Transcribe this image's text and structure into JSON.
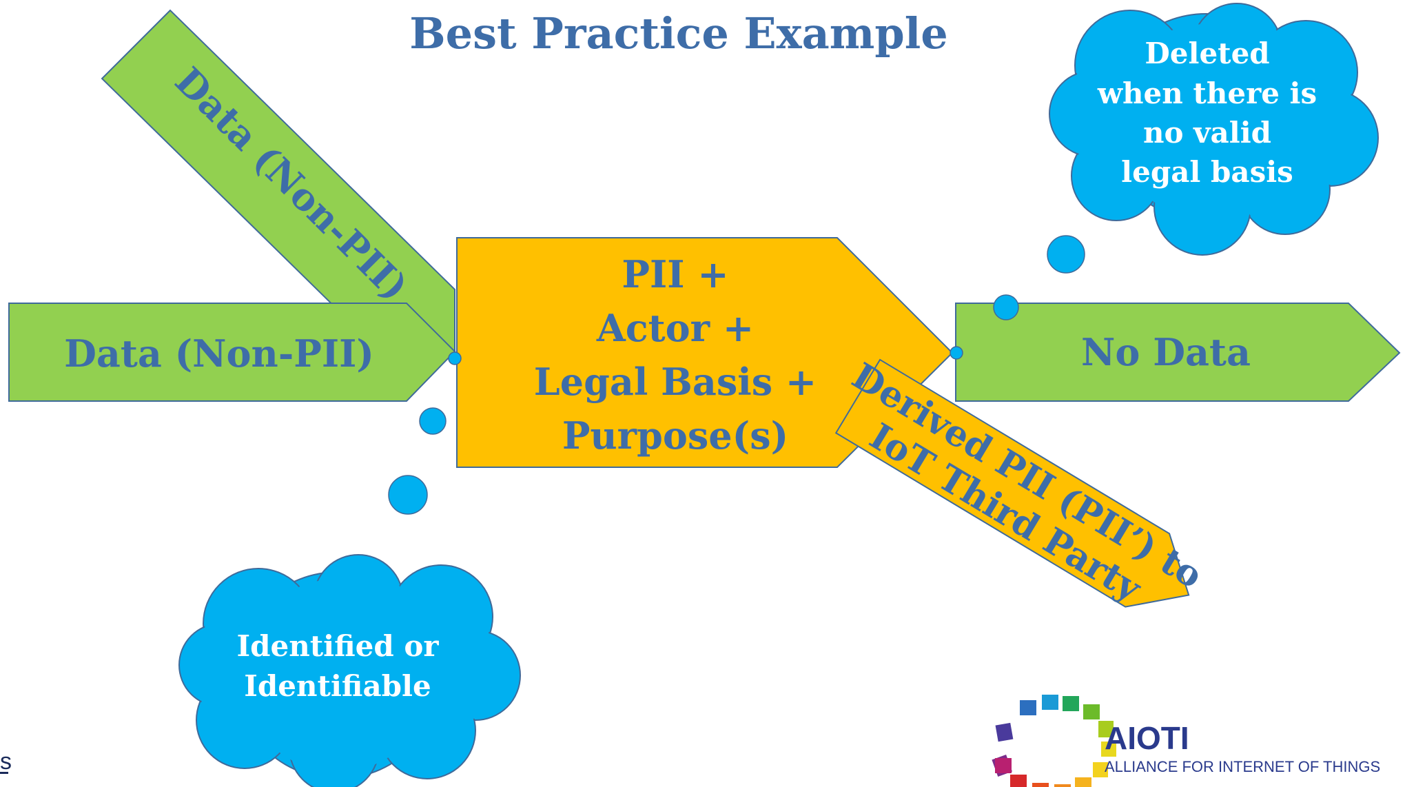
{
  "title": "Best Practice Example",
  "arrows": {
    "left_data": "Data (Non-PII)",
    "diagonal_data": "Data (Non-PII)",
    "center": [
      "PII +",
      "Actor +",
      "Legal Basis +",
      "Purpose(s)"
    ],
    "no_data": "No Data",
    "derived": [
      "Derived PII (PII’) to",
      "IoT Third Party"
    ]
  },
  "clouds": {
    "top_right": [
      "Deleted",
      "when there is",
      "no valid",
      "legal basis"
    ],
    "bottom_left": [
      "Identified or",
      "Identifiable"
    ]
  },
  "logo": {
    "name": "AIOTI",
    "subtitle": "ALLIANCE  FOR INTERNET OF THINGS"
  },
  "edge_fragment": "s",
  "colors": {
    "green": "#92D050",
    "orange": "#FFC000",
    "cloud_blue": "#00B0F0",
    "text_blue": "#3E6DA8",
    "outline": "#3F6A9A"
  }
}
